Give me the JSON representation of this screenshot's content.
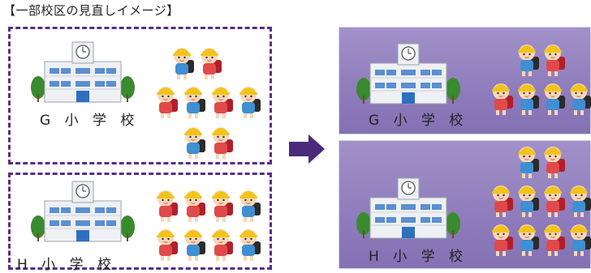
{
  "title": "【一部校区の見直しイメージ】",
  "before": {
    "g": {
      "label": "G 小 学 校",
      "students_shown": 8
    },
    "h": {
      "label": "H 小 学 校",
      "students_shown": 8
    }
  },
  "after": {
    "g": {
      "label": "G 小 学 校",
      "students_shown": 6
    },
    "h": {
      "label": "H 小 学 校",
      "students_shown": 10
    }
  },
  "colors": {
    "dashed_border": "#5a2d84",
    "after_panel": "#8e7cbc",
    "arrow": "#4b2a7b",
    "boy_shirt": "#3f8fd2",
    "girl_shirt": "#e04a4a",
    "hat": "#f2c418"
  }
}
